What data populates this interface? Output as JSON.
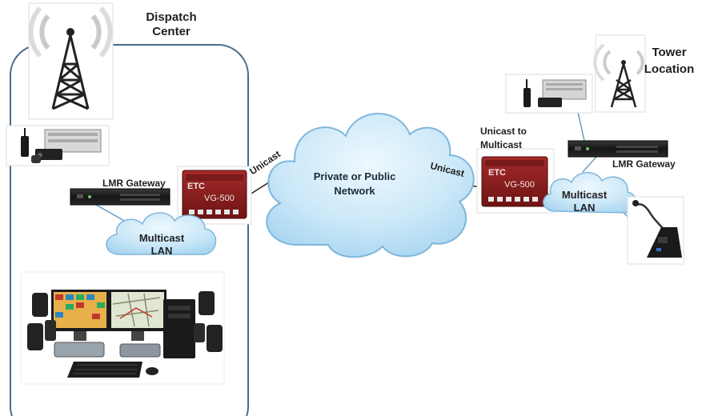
{
  "dispatch_center": {
    "title_line1": "Dispatch",
    "title_line2": "Center",
    "gateway_label": "LMR Gateway",
    "lan_line1": "Multicast",
    "lan_line2": "LAN"
  },
  "network": {
    "line1": "Private or Public",
    "line2": "Network",
    "left_link": "Unicast",
    "right_link": "Unicast"
  },
  "tower": {
    "title_line1": "Tower",
    "title_line2": "Location",
    "converter_line1": "Unicast to",
    "converter_line2": "Multicast",
    "gateway_label": "LMR Gateway",
    "lan_line1": "Multicast",
    "lan_line2": "LAN"
  },
  "device": {
    "brand": "ETC",
    "model": "VG-500"
  },
  "icons": [
    "radio-tower-icon",
    "radio-equipment-icon",
    "vg500-device-icon",
    "rack-gateway-icon",
    "desk-microphone-icon",
    "dispatch-workstation-icon",
    "cloud-icon"
  ],
  "colors": {
    "container_border": "#4a6a8a",
    "cloud_fill": "#bfe3f7",
    "cloud_stroke": "#7fb6dc",
    "device_red": "#8e1f1f",
    "connector_line": "#6a9cc0"
  }
}
